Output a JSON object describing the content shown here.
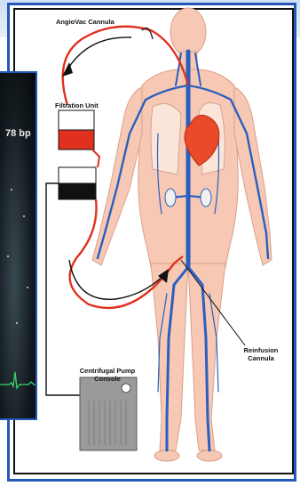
{
  "labels": {
    "angiovac_cannula": "AngioVac Cannula",
    "filtration_unit": "Filtration Unit",
    "pump_console": "Centrifugal Pump Console",
    "reinfusion_cannula": "Reinfusion Cannula"
  },
  "echo": {
    "heart_rate": "78 bp"
  },
  "colors": {
    "frame_blue": "#2458b8",
    "skin": "#f7c9b4",
    "vein_blue": "#2a5fc0",
    "circuit_red": "#e0301e",
    "heart_red": "#ea4a2a",
    "console_gray": "#9a9a9a"
  }
}
